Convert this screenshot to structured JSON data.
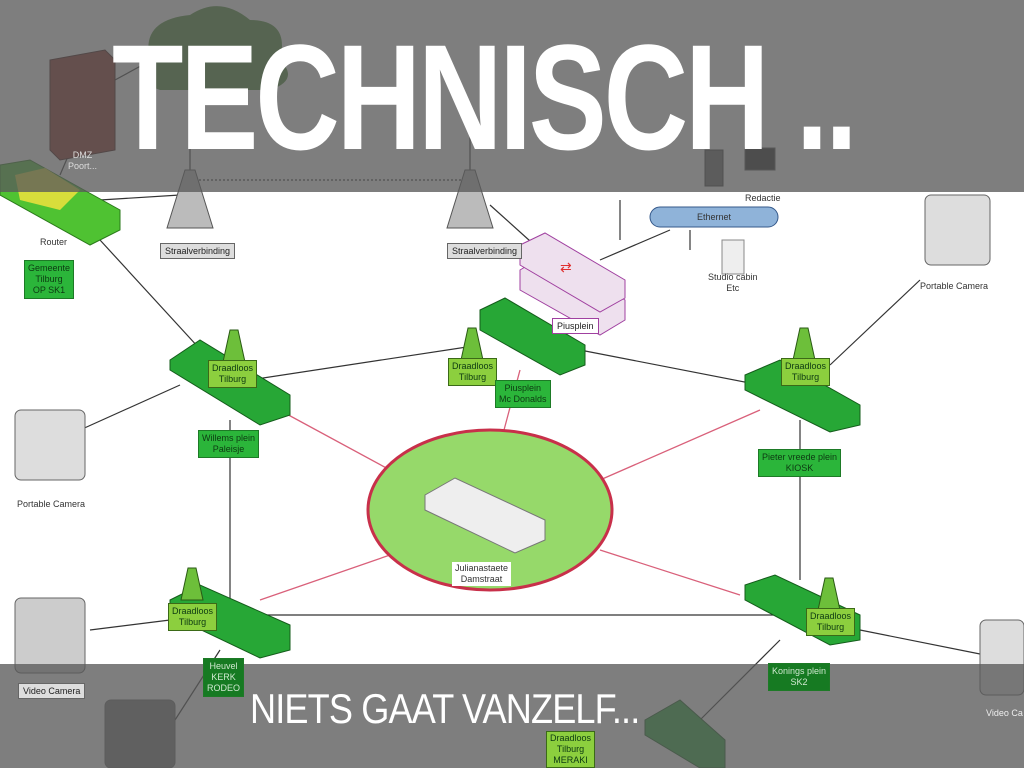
{
  "slide": {
    "title": "TECHNISCH ..",
    "subtitle": "NIETS GAAT VANZELF..."
  },
  "diagram": {
    "dmz": "DMZ\nPoort...",
    "router": "Router",
    "gemeente": "Gemeente\nTilburg\nOP SK1",
    "straal1": "Straalverbinding",
    "straal2": "Straalverbinding",
    "ethernet": "Ethernet",
    "redactie": "Redactie",
    "studio": "Studio cabin\nEtc",
    "portable_camera_right": "Portable Camera",
    "portable_camera_left": "Portable Camera",
    "piusplein": "Piusplein",
    "draadloos": "Draadloos\nTilburg",
    "willems": "Willems plein\nPaleisje",
    "piusplein_mc": "Piusplein\nMc Donalds",
    "pieter": "Pieter vreede plein\nKIOSK",
    "julianastaete": "Julianastaete\nDamstraat",
    "heuvel": "Heuvel\nKERK\nRODEO",
    "konings": "Konings plein\nSK2",
    "video_camera_left": "Video Camera",
    "video_camera_right": "Video Ca",
    "meraki": "Draadloos\nTilburg\nMERAKI"
  },
  "colors": {
    "switch_green": "#2bb53a",
    "link_red": "#d9607a",
    "band": "#5a5a5a"
  }
}
